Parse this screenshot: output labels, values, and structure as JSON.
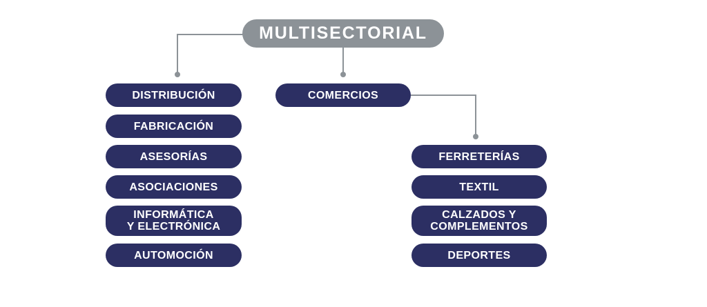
{
  "colors": {
    "root": "#8c9297",
    "node": "#2c2f63",
    "connector": "#8c9297",
    "text": "#ffffff"
  },
  "diagram": {
    "root": "MULTISECTORIAL",
    "left_branch": [
      "DISTRIBUCIÓN",
      "FABRICACIÓN",
      "ASESORÍAS",
      "ASOCIACIONES",
      "INFORMÁTICA\nY ELECTRÓNICA",
      "AUTOMOCIÓN"
    ],
    "middle_branch": "COMERCIOS",
    "commerce_children": [
      "FERRETERÍAS",
      "TEXTIL",
      "CALZADOS Y\nCOMPLEMENTOS",
      "DEPORTES"
    ]
  }
}
